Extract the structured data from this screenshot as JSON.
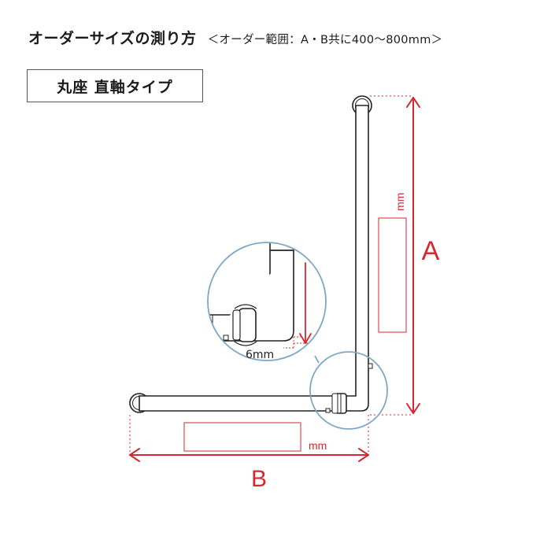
{
  "header": {
    "title": "オーダーサイズの測り方",
    "subtitle": "＜オーダー範囲：A・B共に400〜800mm＞"
  },
  "type_label": "丸座 直軸タイプ",
  "dimensions": {
    "a_label": "A",
    "b_label": "B",
    "a_unit": "mm",
    "b_unit": "mm",
    "detail_label": "6mm"
  },
  "colors": {
    "dimension": "#d6282f",
    "detail_circle": "#7fa7c4",
    "outline": "#222222"
  }
}
